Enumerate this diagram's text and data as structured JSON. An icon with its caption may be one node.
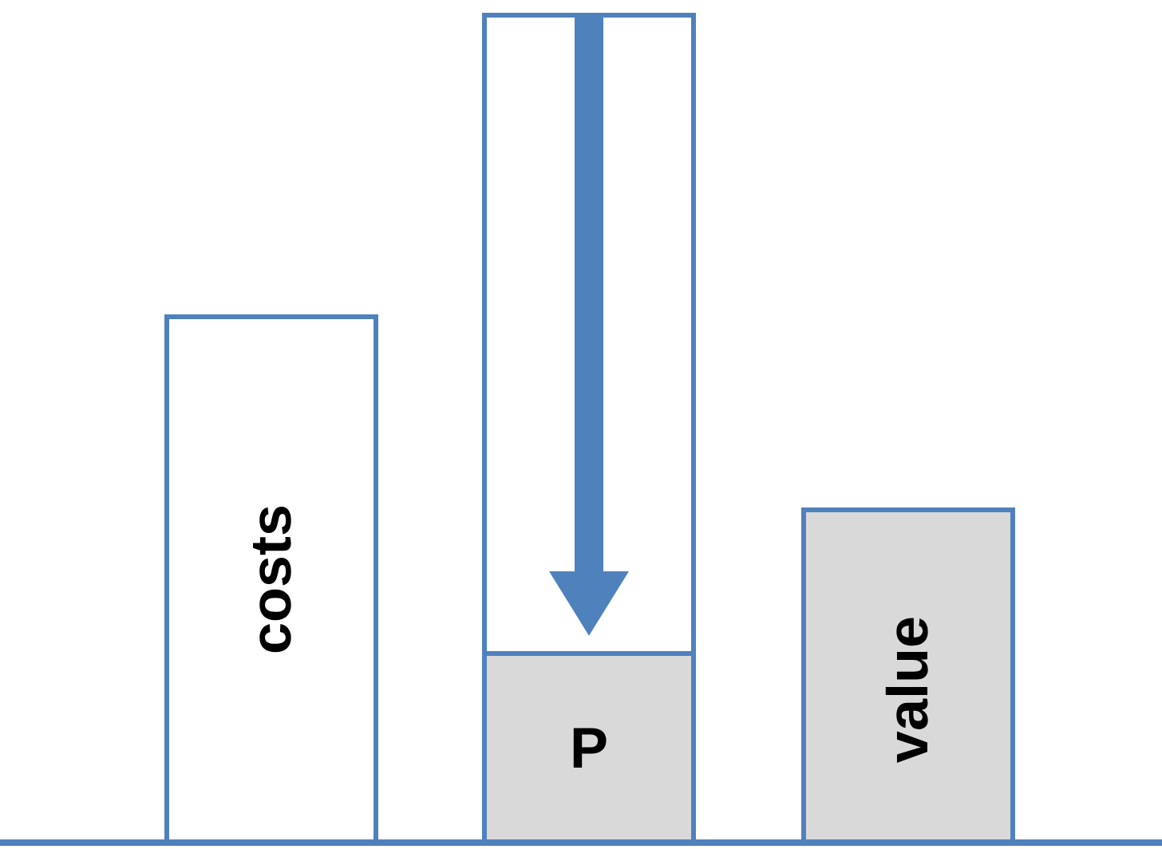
{
  "diagram": {
    "nodes": [
      {
        "text": [
          "costs"
        ]
      },
      {
        "text": [],
        "shape": "box"
      },
      {
        "text": [
          "P"
        ],
        "in": 1
      },
      {
        "text": [
          "value"
        ]
      }
    ],
    "edges": [
      {
        "from": 1,
        "to": 2,
        "arrow": "to"
      }
    ]
  }
}
